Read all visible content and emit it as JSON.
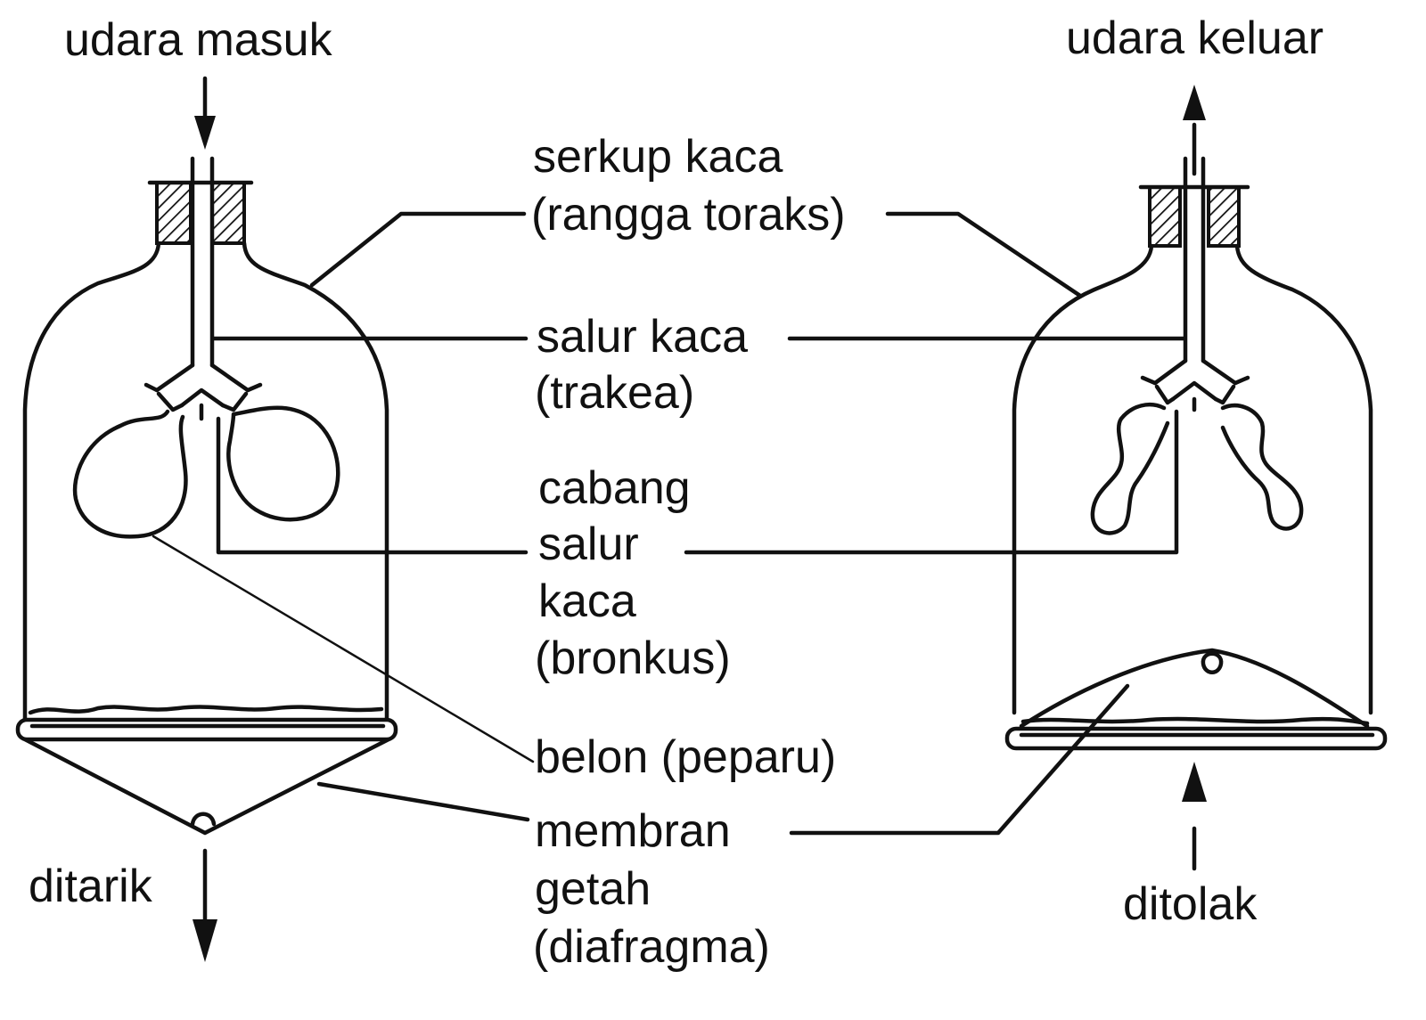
{
  "labels": {
    "air_in": "udara masuk",
    "air_out": "udara keluar",
    "bell_jar_1": "serkup kaca",
    "bell_jar_2": "(rangga toraks)",
    "glass_tube_1": "salur kaca",
    "glass_tube_2": "(trakea)",
    "branch_1": "cabang",
    "branch_2": "salur",
    "branch_3": "kaca",
    "branch_4": "(bronkus)",
    "balloon": "belon (peparu)",
    "membrane_1": "membran",
    "membrane_2": "getah",
    "membrane_3": "(diafragma)",
    "pulled": "ditarik",
    "pushed": "ditolak"
  }
}
